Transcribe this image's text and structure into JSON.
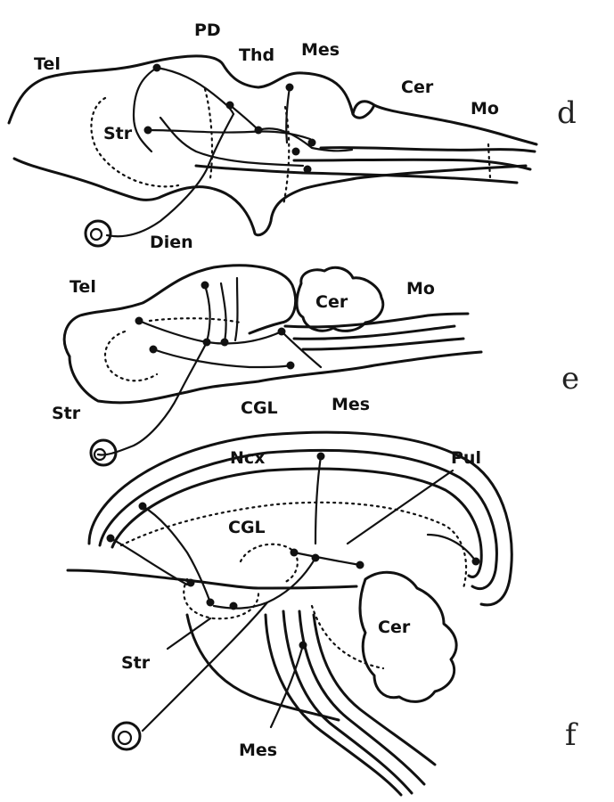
{
  "panels": [
    {
      "id": "d",
      "letter": "d",
      "labels": {
        "tel": "Tel",
        "pd": "PD",
        "thd": "Thd",
        "mes": "Mes",
        "cer": "Cer",
        "mo": "Mo",
        "str": "Str",
        "dien": "Dien"
      }
    },
    {
      "id": "e",
      "letter": "e",
      "labels": {
        "tel": "Tel",
        "cer": "Cer",
        "mo": "Mo",
        "str": "Str",
        "cgl": "CGL",
        "mes": "Mes"
      }
    },
    {
      "id": "f",
      "letter": "f",
      "labels": {
        "ncx": "Ncx",
        "pul": "Pul",
        "cgl": "CGL",
        "cer": "Cer",
        "str": "Str",
        "mes": "Mes"
      }
    }
  ]
}
